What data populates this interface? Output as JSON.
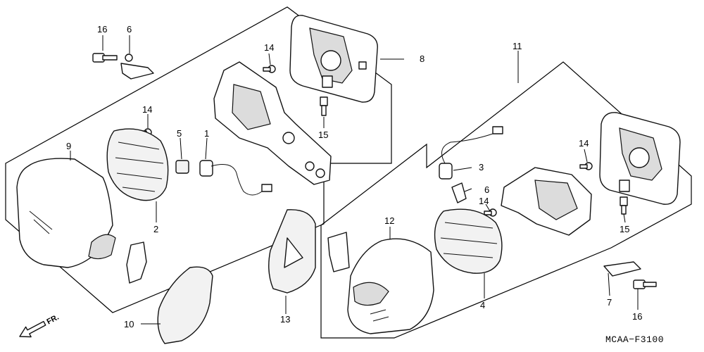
{
  "diagram_code": "MCAA−F3100",
  "direction_label": "FR.",
  "callouts": {
    "c1": "1",
    "c2": "2",
    "c3": "3",
    "c4": "4",
    "c5": "5",
    "c6a": "6",
    "c6b": "6",
    "c7": "7",
    "c8": "8",
    "c9": "9",
    "c10": "10",
    "c11": "11",
    "c12": "12",
    "c13": "13",
    "c14a": "14",
    "c14b": "14",
    "c14c": "14",
    "c14d": "14",
    "c15a": "15",
    "c15b": "15",
    "c16a": "16",
    "c16b": "16"
  }
}
